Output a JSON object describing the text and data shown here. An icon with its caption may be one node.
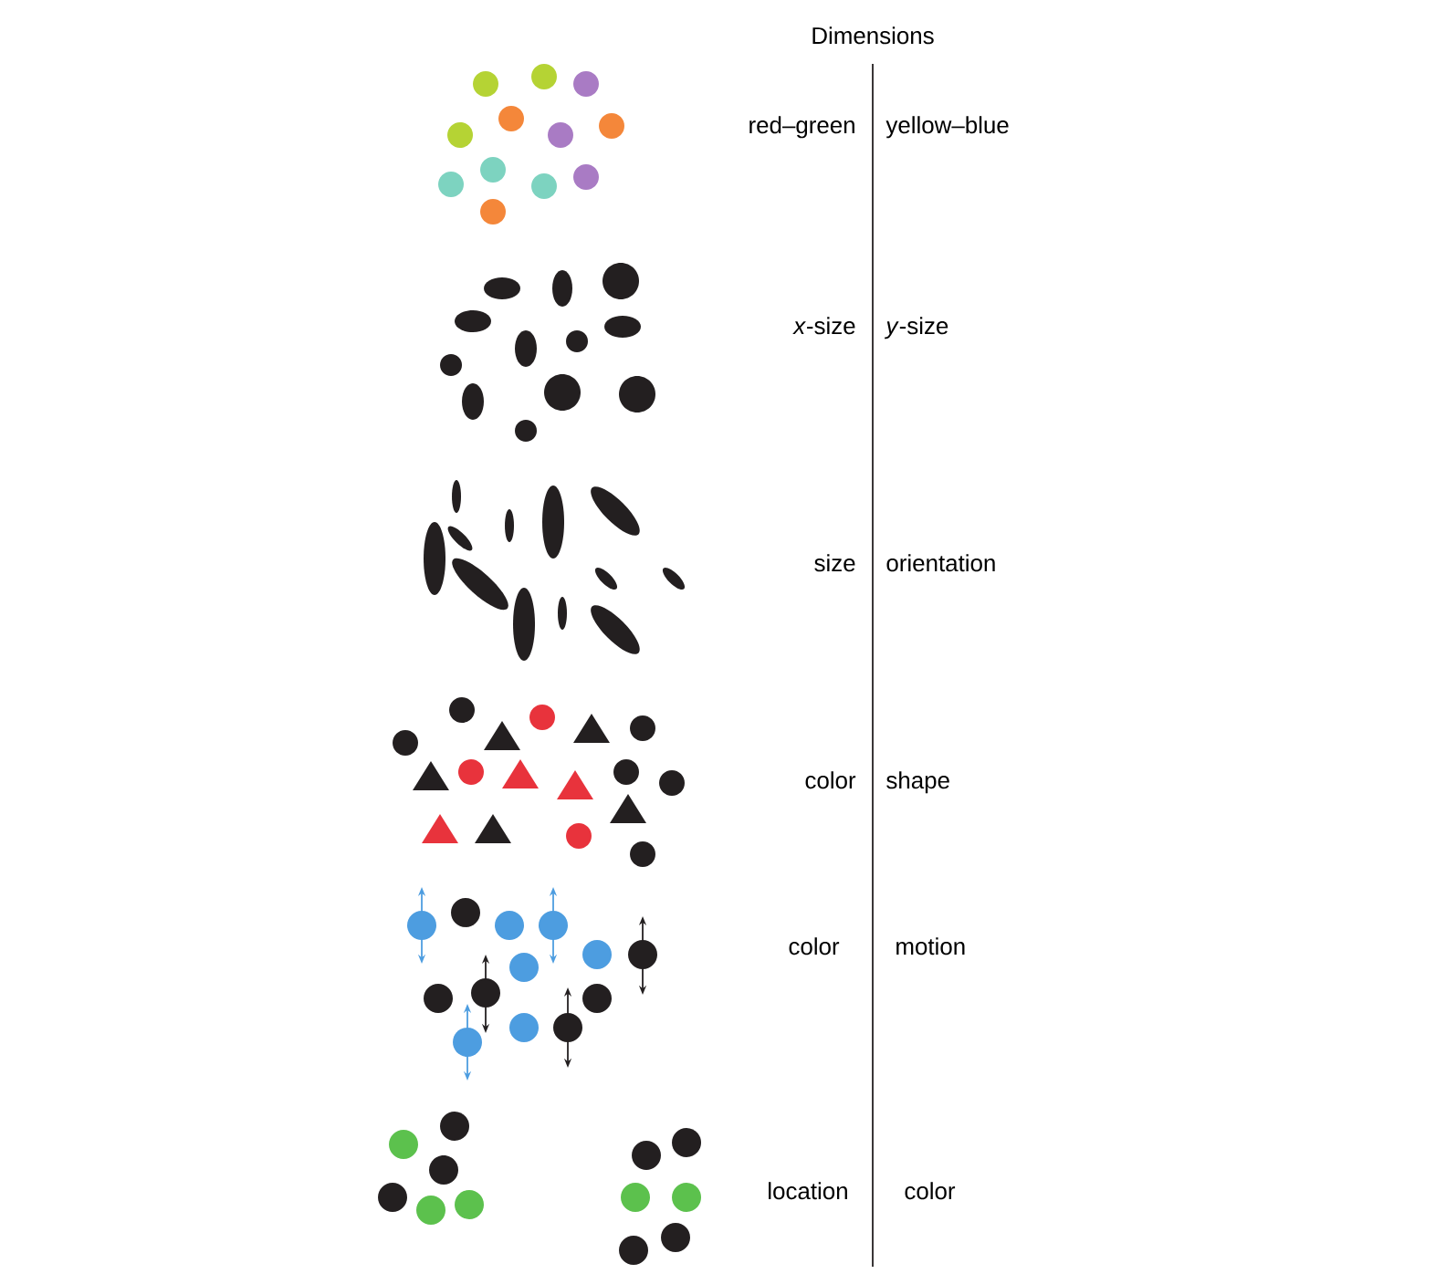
{
  "diagram": {
    "title": "Dimensions",
    "labels": [
      "red–green",
      "yellow–blue",
      "*x*-size",
      "*y*-size",
      "size",
      "orientation",
      "color",
      "shape",
      "color",
      "motion",
      "location",
      "color"
    ]
  }
}
